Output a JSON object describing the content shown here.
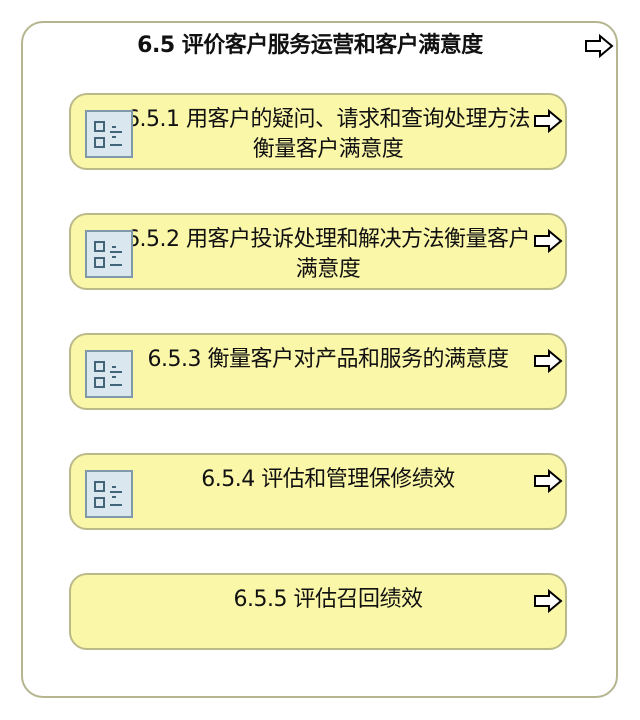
{
  "outer": {
    "title": "6.5 评价客户服务运营和客户满意度"
  },
  "boxes": [
    {
      "label": "6.5.1 用客户的疑问、请求和查询处理方法衡量客户满意度"
    },
    {
      "label": "6.5.2 用客户投诉处理和解决方法衡量客户满意度"
    },
    {
      "label": "6.5.3 衡量客户对产品和服务的满意度"
    },
    {
      "label": "6.5.4 评估和管理保修绩效"
    },
    {
      "label": "6.5.5 评估召回绩效"
    }
  ],
  "icons": {
    "arrow": "right-arrow-icon",
    "task": "task-list-icon"
  },
  "colors": {
    "outer_border": "#b5b58f",
    "box_fill": "#fbf7a9",
    "box_border": "#b9b98a",
    "icon_fill": "#dbe7ee",
    "icon_stroke": "#43657a"
  }
}
